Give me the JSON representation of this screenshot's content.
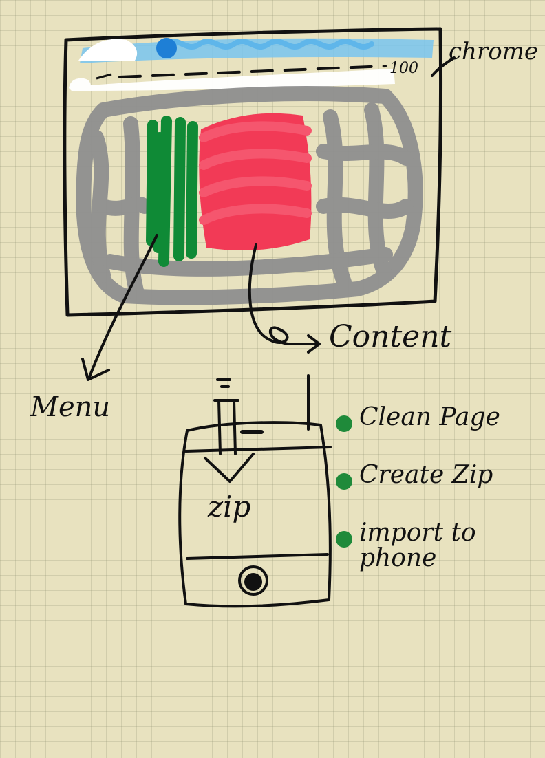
{
  "labels": {
    "chrome": "chrome",
    "content": "Content",
    "menu": "Menu",
    "zip": "zip",
    "progress_end": "100"
  },
  "steps": [
    "Clean Page",
    "Create Zip",
    "import to phone"
  ],
  "colors": {
    "paper": "#e8e2bf",
    "ink": "#111111",
    "tab_bar": "#78c4ee",
    "tab_dot": "#1e7fd6",
    "page_scribble": "#8f8f8f",
    "menu": "#0f8a36",
    "content": "#f23a56",
    "bullet": "#1f8a3a"
  },
  "icons": [
    "arrow-down-icon",
    "home-button-icon",
    "bullet-dot-icon"
  ]
}
